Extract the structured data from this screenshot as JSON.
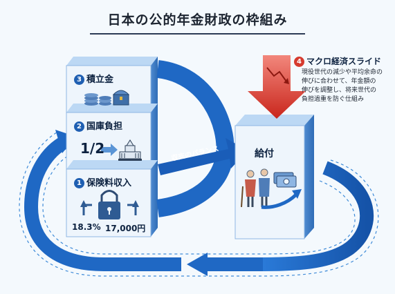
{
  "title": "日本の公的年金財政の枠組み",
  "blocks": {
    "reserve": {
      "number": "3",
      "label": "積立金"
    },
    "treasury": {
      "number": "2",
      "label": "国庫負担",
      "fraction": "1/2"
    },
    "premium": {
      "number": "1",
      "label": "保険料収入",
      "rate": "18.3%",
      "amount": "17,000円"
    },
    "benefit": {
      "label": "給付"
    }
  },
  "balance_label": "収支のバランス",
  "macro_slide": {
    "number": "4",
    "title": "マクロ経済スライド",
    "description": [
      "現役世代の減少や平均余命の",
      "伸びに合わせて、年金額の",
      "伸びを調整し、将来世代の",
      "負担過重を防ぐ仕組み"
    ]
  },
  "colors": {
    "block_front": "#eef5fc",
    "block_top": "#bcd8f4",
    "block_side": "#5b95d6",
    "arrow_blue": "#1f68c4",
    "arrow_red": "#d8352a"
  }
}
